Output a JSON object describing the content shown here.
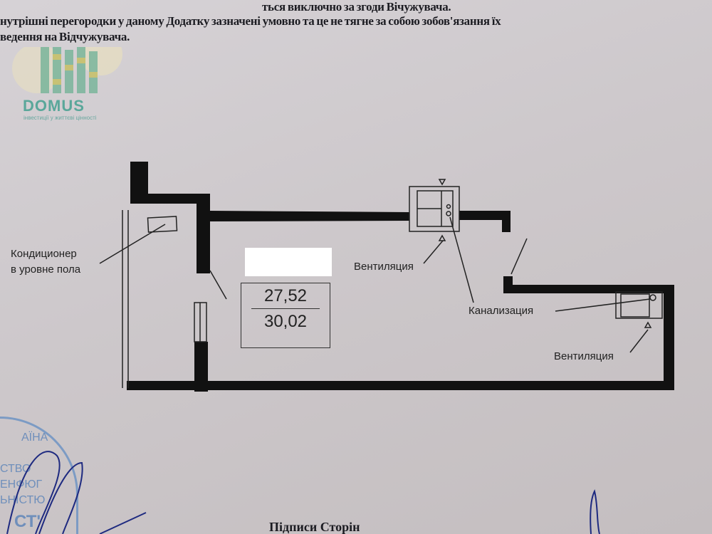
{
  "document": {
    "lines": [
      "ться виключно за згоди Вічужувача.",
      "нутрішні перегородки у даному Додатку зазначені умовно та це не тягне за собою зобов'язання їх",
      "ведення на Відчужувача."
    ],
    "bottom_heading": "Підписи Сторін"
  },
  "logo": {
    "word": "DOMUS",
    "tagline": "інвестиції у життєві цінності"
  },
  "plan": {
    "labels": {
      "ac_line1": "Кондиционер",
      "ac_line2": "в уровне пола",
      "vent1": "Вентиляция",
      "sewer": "Канализация",
      "vent2": "Вентиляция"
    },
    "area_living": "27,52",
    "area_total": "30,02"
  },
  "stamp": {
    "lines": [
      "АЇНА",
      "СТВО",
      "ЕНФЮГ",
      "ЬНІСТЮ",
      "СТ'"
    ]
  }
}
